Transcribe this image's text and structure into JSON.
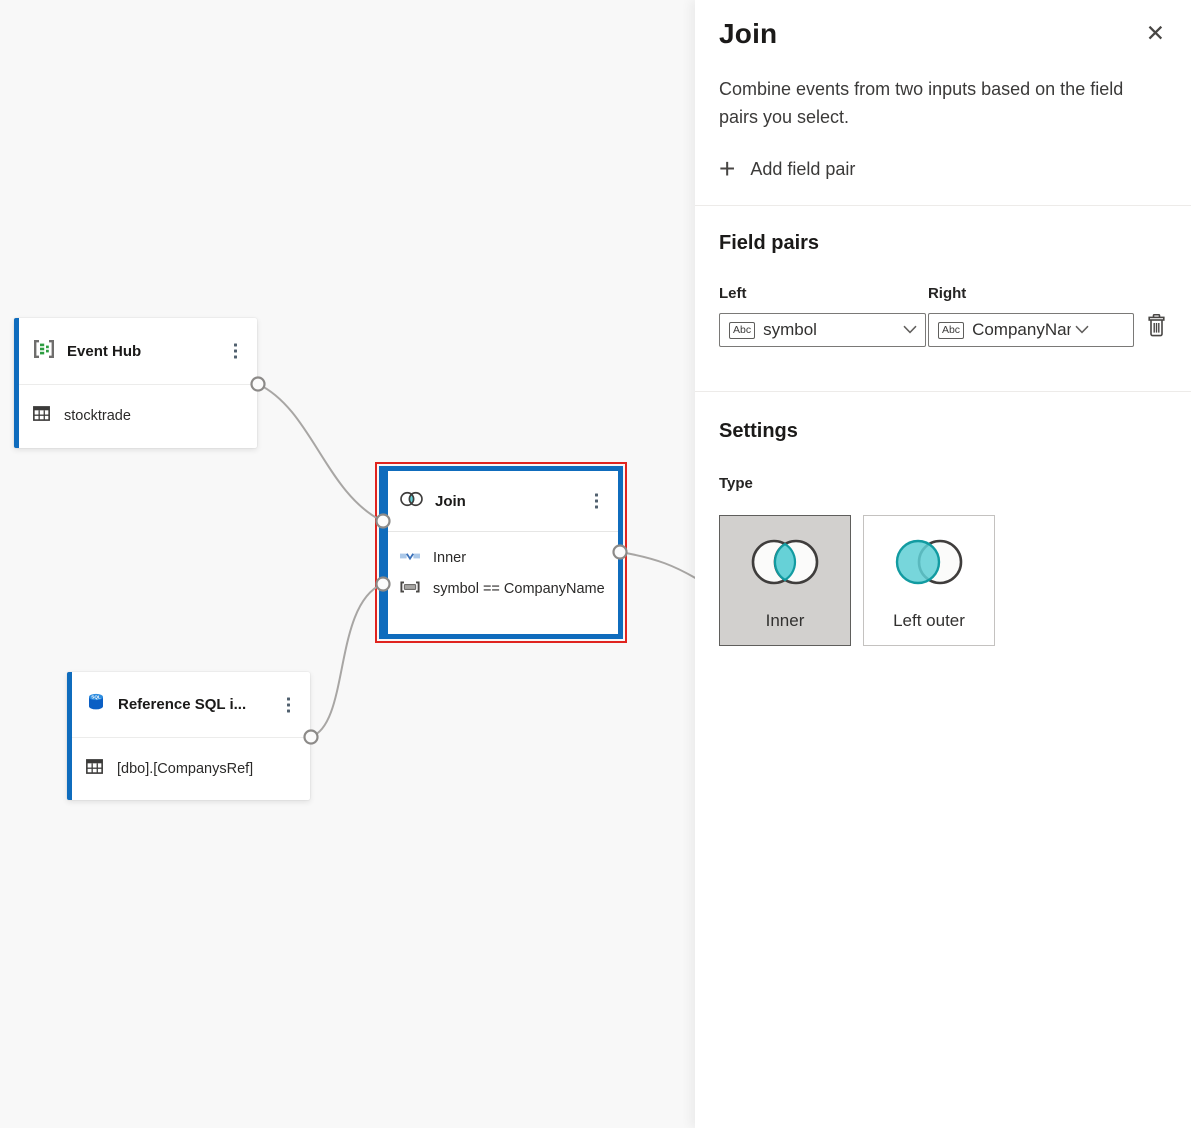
{
  "canvas": {
    "nodes": {
      "event_hub": {
        "title": "Event Hub",
        "table": "stocktrade"
      },
      "join": {
        "title": "Join",
        "join_type": "Inner",
        "condition": "symbol == CompanyName"
      },
      "reference_sql": {
        "title": "Reference SQL i...",
        "table": "[dbo].[CompanysRef]"
      }
    }
  },
  "panel": {
    "title": "Join",
    "close_icon": "✕",
    "description": "Combine events from two inputs based on the field pairs you select.",
    "add_field_pair": {
      "icon": "+",
      "label": "Add field pair"
    },
    "field_pairs": {
      "heading": "Field pairs",
      "left": {
        "label": "Left",
        "value": "symbol",
        "type_badge": "Abc"
      },
      "right": {
        "label": "Right",
        "value": "CompanyName",
        "type_badge": "Abc"
      }
    },
    "settings": {
      "heading": "Settings",
      "type_label": "Type",
      "selected_type": "Inner",
      "options": [
        {
          "label": "Inner",
          "selected": true
        },
        {
          "label": "Left outer",
          "selected": false
        }
      ]
    }
  },
  "colors": {
    "node_accent_blue": "#0f6cbd",
    "selection_red": "#e0241f",
    "venn_teal_fill": "#66d1d7",
    "venn_teal_stroke": "#129ba1",
    "selected_card_bg": "#d2d0ce",
    "edge_gray": "#a8a6a4",
    "canvas_bg": "#f8f8f8"
  }
}
